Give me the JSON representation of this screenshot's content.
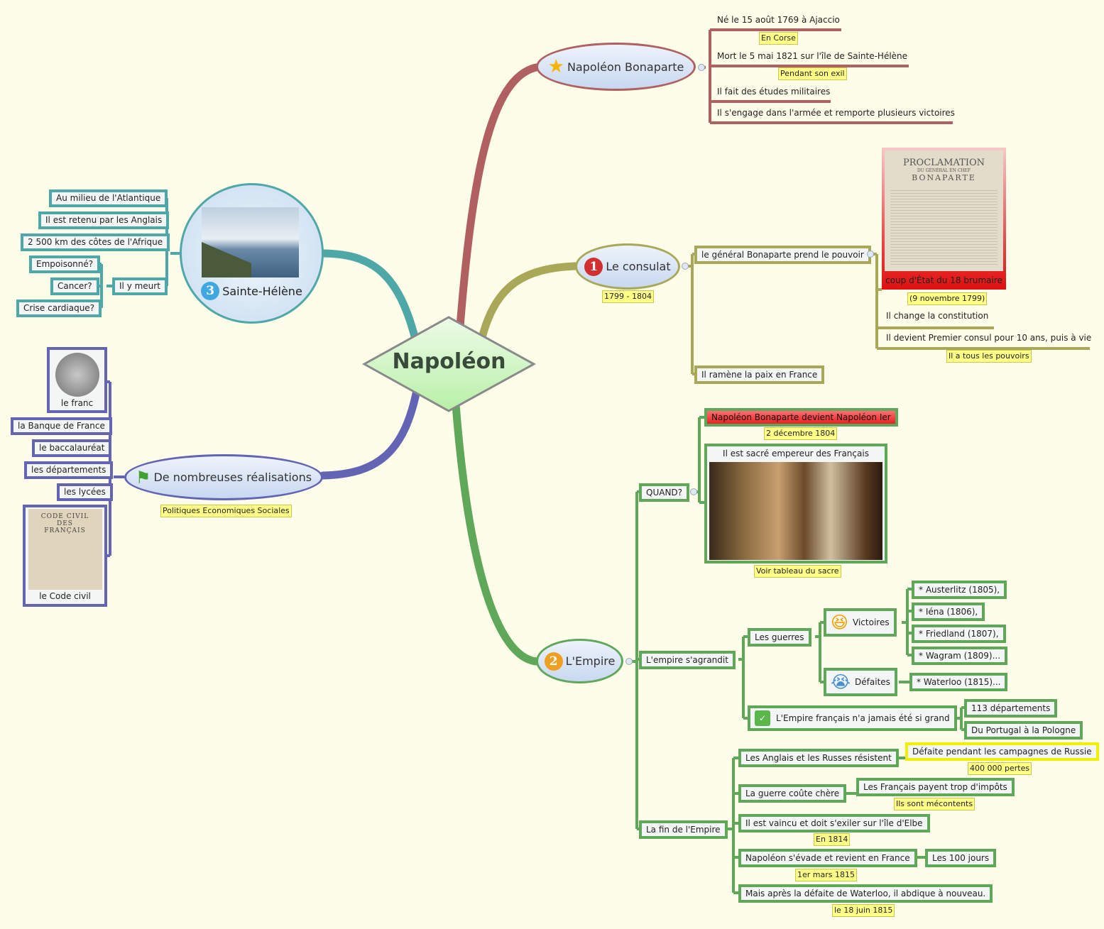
{
  "central": "Napoléon",
  "colors": {
    "bonaparte": "#b06060",
    "consulat": "#a8a858",
    "empire": "#5fa85a",
    "sainte_helene": "#4fa8a8",
    "realisations": "#6464b4",
    "background": "#fdfde9"
  },
  "bonaparte": {
    "title": "Napoléon Bonaparte",
    "icon": "star-icon",
    "items": [
      {
        "text": "Né le 15 août 1769 à Ajaccio",
        "note": "En Corse"
      },
      {
        "text": "Mort le 5 mai 1821 sur l'île de Sainte-Hélène",
        "note": "Pendant son exil"
      },
      {
        "text": "Il fait des études militaires"
      },
      {
        "text": "Il s'engage dans l'armée et remporte plusieurs victoires"
      }
    ]
  },
  "consulat": {
    "number": "1",
    "title": "Le consulat",
    "note": "1799 - 1804",
    "items": [
      "le général Bonaparte prend le pouvoir",
      "Il ramène la paix en France"
    ],
    "image": {
      "heading": "PROCLAMATION",
      "sub": "DU GÉNÉRAL EN CHEF",
      "name": "BONAPARTE",
      "caption": "coup d'État du 18 brumaire",
      "note": "(9 novembre 1799)"
    },
    "sub": [
      {
        "text": "Il change la constitution"
      },
      {
        "text": "Il devient Premier consul pour 10 ans, puis à vie",
        "note": "Il a tous les pouvoirs"
      }
    ]
  },
  "empire": {
    "number": "2",
    "title": "L'Empire",
    "quand": {
      "label": "QUAND?",
      "items": [
        {
          "text": "Napoléon Bonaparte devient Napoléon Ier",
          "note": "2 décembre 1804"
        },
        {
          "text": "Il est sacré empereur des Français",
          "note": "Voir tableau du sacre"
        }
      ]
    },
    "agrandit": {
      "label": "L'empire s'agrandit",
      "guerres": "Les guerres",
      "victoires": "Victoires",
      "defaites": "Défaites",
      "victoires_list": [
        "* Austerlitz (1805),",
        "* Iéna (1806),",
        "* Friedland (1807),",
        "* Wagram (1809)..."
      ],
      "defaites_list": [
        "* Waterloo (1815)..."
      ],
      "grand": "L'Empire français n'a jamais été si grand",
      "grand_list": [
        "113 départements",
        "Du Portugal à la Pologne"
      ]
    },
    "fin": {
      "label": "La fin de l'Empire",
      "items": [
        {
          "text": "Les Anglais et les Russes résistent",
          "child": "Défaite pendant les campagnes de Russie",
          "note": "400 000 pertes"
        },
        {
          "text": "La guerre coûte chère",
          "child": "Les Français payent trop d'impôts",
          "note": "Ils sont mécontents"
        },
        {
          "text": "Il est vaincu et doit s'exiler sur  l'île d'Elbe",
          "note": "En 1814"
        },
        {
          "text": "Napoléon s'évade et revient en France",
          "child": "Les 100 jours",
          "note": "1er  mars 1815"
        },
        {
          "text": "Mais après la défaite de Waterloo, il abdique à nouveau.",
          "note": "le 18 juin 1815"
        }
      ]
    }
  },
  "sainte_helene": {
    "number": "3",
    "title": "Sainte-Hélène",
    "items": [
      "Au milieu de l'Atlantique",
      "Il est retenu par les Anglais",
      "2 500 km des côtes de l'Afrique",
      "Il y meurt"
    ],
    "meurt": [
      "Empoisonné?",
      "Cancer?",
      "Crise cardiaque?"
    ]
  },
  "realisations": {
    "title": "De nombreuses réalisations",
    "note": "Politiques Economiques Sociales",
    "items": [
      "le franc",
      "la Banque de France",
      "le baccalauréat",
      "les départements",
      "les lycées",
      "le Code civil"
    ],
    "code_civil_image": "CODE CIVIL DES FRANÇAIS"
  }
}
